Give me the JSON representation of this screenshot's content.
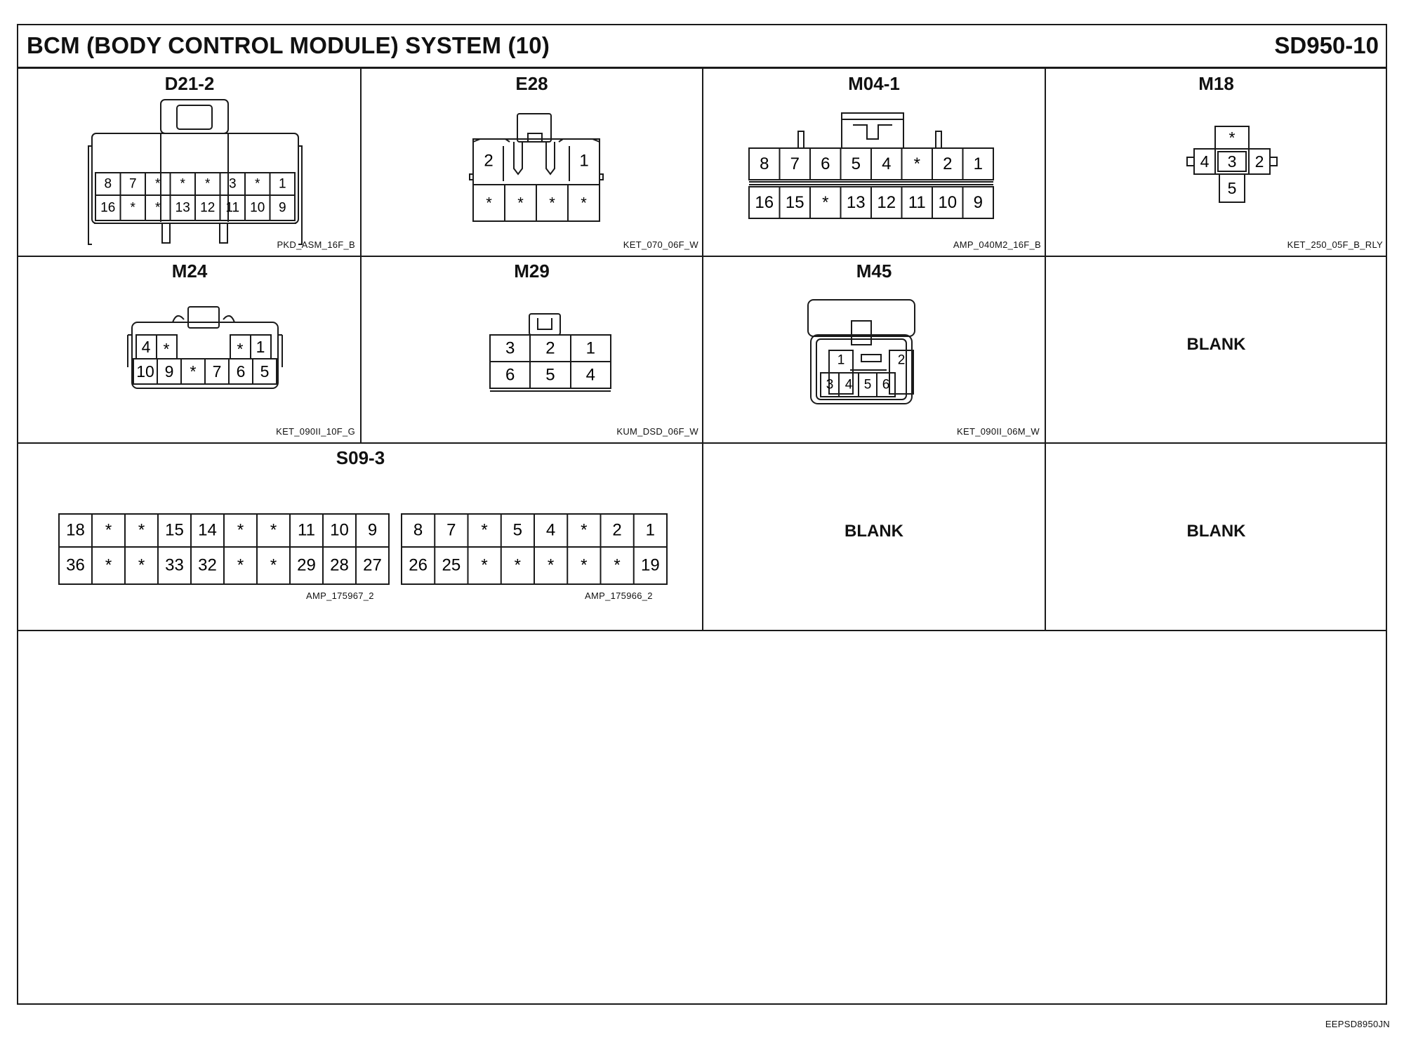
{
  "title": "BCM (BODY CONTROL MODULE) SYSTEM (10)",
  "code": "SD950-10",
  "footer_ref": "EEPSD8950JN",
  "connectors": {
    "d21_2": {
      "name": "D21-2",
      "part": "PKD_ASM_16F_B",
      "row1": [
        "8",
        "7",
        "*",
        "*",
        "*",
        "3",
        "*",
        "1"
      ],
      "row2": [
        "16",
        "*",
        "*",
        "13",
        "12",
        "11",
        "10",
        "9"
      ]
    },
    "e28": {
      "name": "E28",
      "part": "KET_070_06F_W",
      "row1": [
        "2",
        "1"
      ],
      "row2": [
        "*",
        "*",
        "*",
        "*"
      ]
    },
    "m04_1": {
      "name": "M04-1",
      "part": "AMP_040M2_16F_B",
      "row1": [
        "8",
        "7",
        "6",
        "5",
        "4",
        "*",
        "2",
        "1"
      ],
      "row2": [
        "16",
        "15",
        "*",
        "13",
        "12",
        "11",
        "10",
        "9"
      ]
    },
    "m18": {
      "name": "M18",
      "part": "KET_250_05F_B_RLY",
      "pins": [
        "*",
        "4",
        "3",
        "2",
        "5"
      ]
    },
    "m24": {
      "name": "M24",
      "part": "KET_090II_10F_G",
      "row1": [
        "4",
        "*",
        "*",
        "1"
      ],
      "row2": [
        "10",
        "9",
        "*",
        "7",
        "6",
        "5"
      ]
    },
    "m29": {
      "name": "M29",
      "part": "KUM_DSD_06F_W",
      "row1": [
        "3",
        "2",
        "1"
      ],
      "row2": [
        "6",
        "5",
        "4"
      ]
    },
    "m45": {
      "name": "M45",
      "part": "KET_090II_06M_W",
      "pins": [
        "1",
        "2",
        "3",
        "4",
        "5",
        "6"
      ]
    },
    "s09_3": {
      "name": "S09-3",
      "left": {
        "part": "AMP_175967_2",
        "row1": [
          "18",
          "*",
          "*",
          "15",
          "14",
          "*",
          "*",
          "11",
          "10",
          "9"
        ],
        "row2": [
          "36",
          "*",
          "*",
          "33",
          "32",
          "*",
          "*",
          "29",
          "28",
          "27"
        ]
      },
      "right": {
        "part": "AMP_175966_2",
        "row1": [
          "8",
          "7",
          "*",
          "5",
          "4",
          "*",
          "2",
          "1"
        ],
        "row2": [
          "26",
          "25",
          "*",
          "*",
          "*",
          "*",
          "*",
          "19"
        ]
      }
    }
  },
  "blanks": [
    "BLANK",
    "BLANK",
    "BLANK"
  ]
}
